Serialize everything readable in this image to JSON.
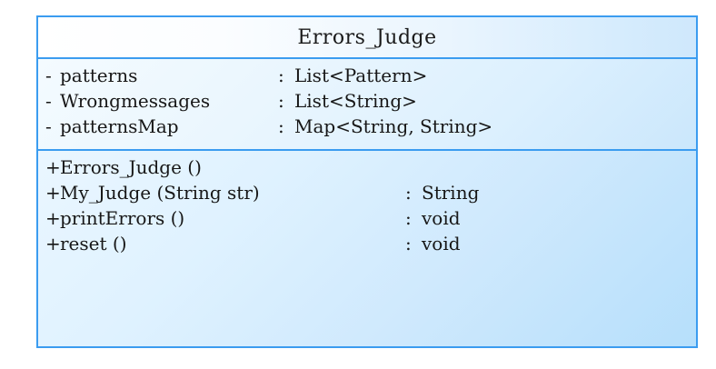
{
  "diagram": {
    "type": "uml-class-diagram",
    "colors": {
      "border": "#3b9cf0",
      "header_fill_start": "#ffffff",
      "header_fill_end": "#cfe8fc",
      "body_fill_start": "#f4fbff",
      "body_fill_end": "#b6dffb",
      "text": "#171717"
    },
    "class": {
      "name": "Errors_Judge",
      "attributes": [
        {
          "visibility": "-",
          "name": "patterns",
          "separator": ":",
          "type": "List<Pattern>"
        },
        {
          "visibility": "-",
          "name": "Wrongmessages",
          "separator": ":",
          "type": "List<String>"
        },
        {
          "visibility": "-",
          "name": "patternsMap",
          "separator": ":",
          "type": "Map<String, String>"
        }
      ],
      "operations": [
        {
          "visibility": "+",
          "name": "Errors_Judge ()",
          "separator": "",
          "type": ""
        },
        {
          "visibility": "+",
          "name": "My_Judge (String str)",
          "separator": ":",
          "type": "String"
        },
        {
          "visibility": "+",
          "name": "printErrors ()",
          "separator": ":",
          "type": "void"
        },
        {
          "visibility": "+",
          "name": "reset ()",
          "separator": ":",
          "type": "void"
        }
      ]
    }
  }
}
